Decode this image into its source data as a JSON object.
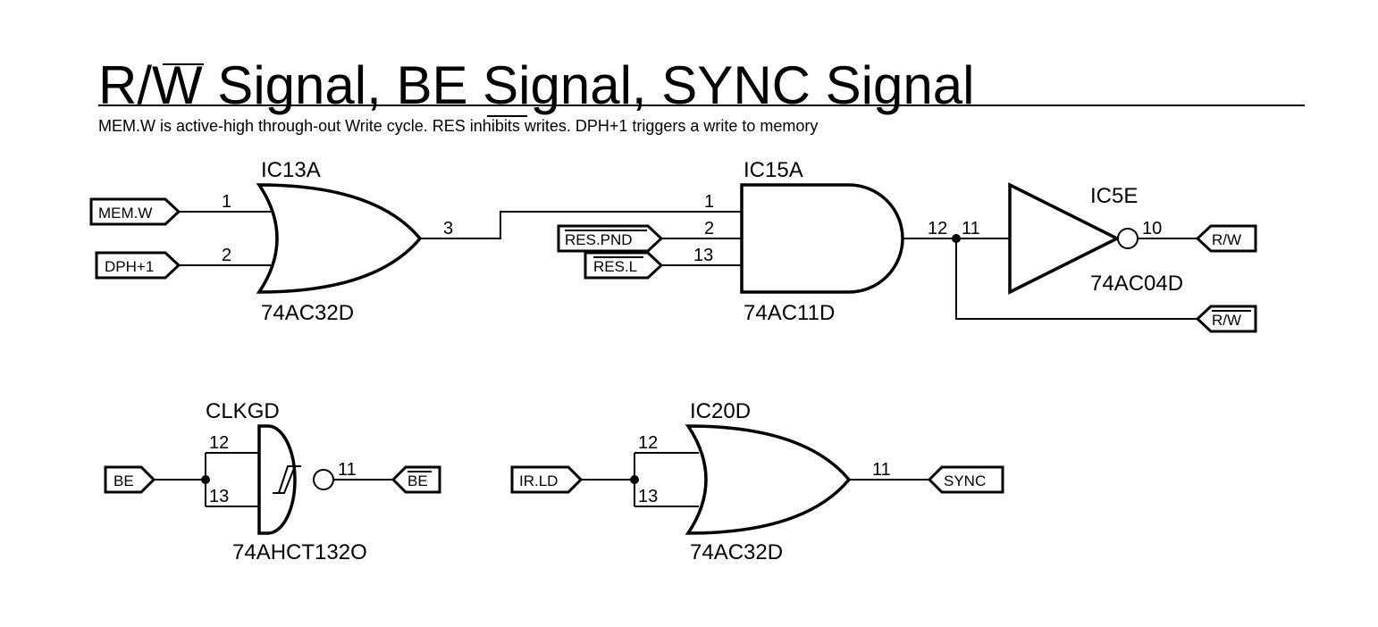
{
  "header": {
    "title_part1": "R/",
    "title_overbar": "W",
    "title_part2": " Signal, BE Signal, SYNC Signal",
    "subtitle_part1": "MEM.W is active-high through-out Write cycle. ",
    "subtitle_overbar": "RES",
    "subtitle_part2": " inhibits writes. DPH+1 triggers a write to memory"
  },
  "ports": {
    "mem_w": "MEM.W",
    "dph1": "DPH+1",
    "res_pnd": "RES.PND",
    "res_l": "RES.L",
    "rw": "R/W",
    "rw_r": "R/",
    "rw_w": "W",
    "be_in": "BE",
    "be_out": "BE",
    "ir_ld": "IR.LD",
    "sync": "SYNC"
  },
  "components": {
    "ic13a": {
      "ref": "IC13A",
      "part": "74AC32D",
      "pins": [
        "1",
        "2",
        "3"
      ]
    },
    "ic15a": {
      "ref": "IC15A",
      "part": "74AC11D",
      "pins": [
        "1",
        "2",
        "13",
        "12"
      ]
    },
    "ic5e": {
      "ref": "IC5E",
      "part": "74AC04D",
      "pins": [
        "11",
        "10"
      ]
    },
    "clkgd": {
      "ref": "CLKGD",
      "part": "74AHCT132O",
      "pins": [
        "12",
        "13",
        "11"
      ]
    },
    "ic20d": {
      "ref": "IC20D",
      "part": "74AC32D",
      "pins": [
        "12",
        "13",
        "11"
      ]
    }
  }
}
